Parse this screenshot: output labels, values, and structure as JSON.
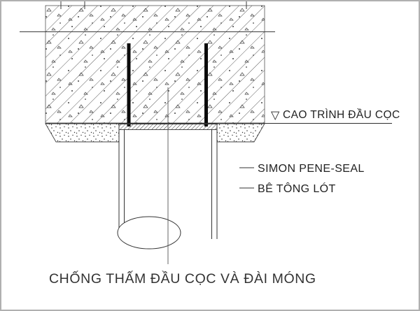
{
  "drawing": {
    "elevation": {
      "symbol": "▽",
      "label": "CAO TRÌNH ĐẦU CỌC"
    },
    "callouts": [
      {
        "label": "SIMON PENE-SEAL"
      },
      {
        "label": "BÊ TÔNG LÓT"
      }
    ],
    "title": "CHỐNG THẤM ĐẦU CỌC VÀ ĐÀI MÓNG",
    "colors": {
      "line": "#3b3b3b",
      "text": "#222222",
      "rebar": "#0a0a0a",
      "background": "#ffffff",
      "border": "#b0b0b0"
    }
  }
}
